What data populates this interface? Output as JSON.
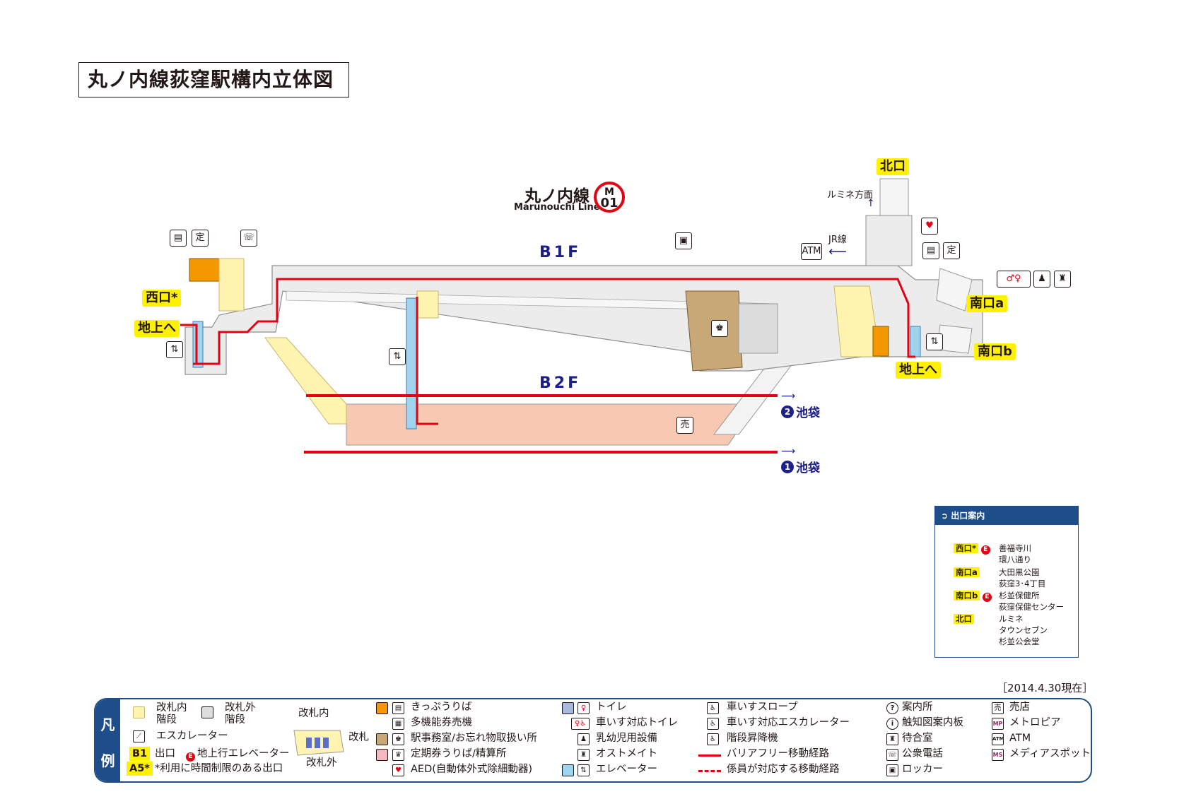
{
  "title": "丸ノ内線荻窪駅構内立体図",
  "line": {
    "name_ja": "丸ノ内線",
    "name_en": "Marunouchi Line",
    "badge_letter": "M",
    "badge_num": "01",
    "color": "#e60012"
  },
  "floors": {
    "b1": "B1F",
    "b2": "B2F"
  },
  "exits": {
    "west": "西口*",
    "chijou_left": "地上へ",
    "north": "北口",
    "south_a": "南口a",
    "south_b": "南口b",
    "chijou_right": "地上へ"
  },
  "directions": {
    "lumine": "ルミネ方面",
    "jr": "JR線",
    "ikebukuro_2_num": "2",
    "ikebukuro_2": "池袋",
    "ikebukuro_1_num": "1",
    "ikebukuro_1": "池袋"
  },
  "icons": {
    "atm": "ATM",
    "teiki": "定",
    "phone": "☏",
    "elevator": "⇅",
    "shop": "売",
    "aed": "♥",
    "toilet": "♂♀",
    "wheelchair": "♿",
    "baby": "♟",
    "ostomate": "♜",
    "ticket": "▤",
    "station_office": "♚",
    "locker": "▣"
  },
  "exit_guide": {
    "heading": "出口案内",
    "rows": [
      {
        "tag": "西口*",
        "elevator": "E",
        "places": [
          "善福寺川",
          "環八通り"
        ]
      },
      {
        "tag": "南口a",
        "elevator": "",
        "places": [
          "大田黒公園",
          "荻窪3･4丁目"
        ]
      },
      {
        "tag": "南口b",
        "elevator": "E",
        "places": [
          "杉並保健所",
          "荻窪保健センター"
        ]
      },
      {
        "tag": "北口",
        "elevator": "",
        "places": [
          "ルミネ",
          "タウンセブン",
          "杉並公会堂"
        ]
      }
    ]
  },
  "date": "［2014.4.30現在］",
  "legend": {
    "side_1": "凡",
    "side_2": "例",
    "kaisatsu_nai_stairs": "改札内\n階段",
    "kaisatsu_gai_stairs": "改札外\n階段",
    "escalator": "エスカレーター",
    "exit_code": "B1",
    "exit_label": "出口",
    "e_badge": "E",
    "elevator_up": "地上行エレベーター",
    "time_exit_code": "A5*",
    "time_exit_label": "*利用に時間制限のある出口",
    "gate_inside": "改札内",
    "gate": "改札",
    "gate_outside": "改札外",
    "col2": [
      "きっぷうりば",
      "多機能券売機",
      "駅事務室/お忘れ物取扱い所",
      "定期券うりば/精算所",
      "AED(自動体外式除細動器)"
    ],
    "col3": [
      "トイレ",
      "車いす対応トイレ",
      "乳幼児用設備",
      "オストメイト",
      "エレベーター"
    ],
    "col4": [
      "車いすスロープ",
      "車いす対応エスカレーター",
      "階段昇降機",
      "バリアフリー移動経路",
      "係員が対応する移動経路"
    ],
    "col5": [
      "案内所",
      "触知図案内板",
      "待合室",
      "公衆電話",
      "ロッカー"
    ],
    "col6": [
      "売店",
      "メトロピア",
      "ATM",
      "メディアスポット"
    ],
    "col6_codes": [
      "",
      "MP",
      "ATM",
      "MS"
    ],
    "col5_glyphs": [
      "?",
      "i",
      "♜",
      "☏",
      "▣"
    ]
  },
  "colors": {
    "route": "#e60012",
    "floor_b1": "#efefef",
    "platform": "#f7c9b3",
    "blue": "#1d2088",
    "yellow": "#fff100",
    "ticket_area": "#fff4b0",
    "office": "#c9a878",
    "elevator": "#9fd3ee"
  }
}
